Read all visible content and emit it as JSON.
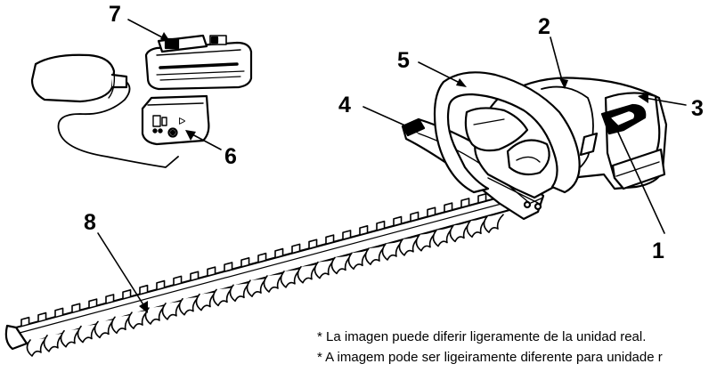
{
  "callouts": {
    "c1": "1",
    "c2": "2",
    "c3": "3",
    "c4": "4",
    "c5": "5",
    "c6": "6",
    "c7": "7",
    "c8": "8"
  },
  "notes": {
    "es": "* La imagen puede diferir ligeramente de la unidad real.",
    "pt": "* A imagem pode ser ligeiramente diferente para unidade r"
  },
  "adapter_markings": {
    "power_symbol": "ᐅ"
  }
}
